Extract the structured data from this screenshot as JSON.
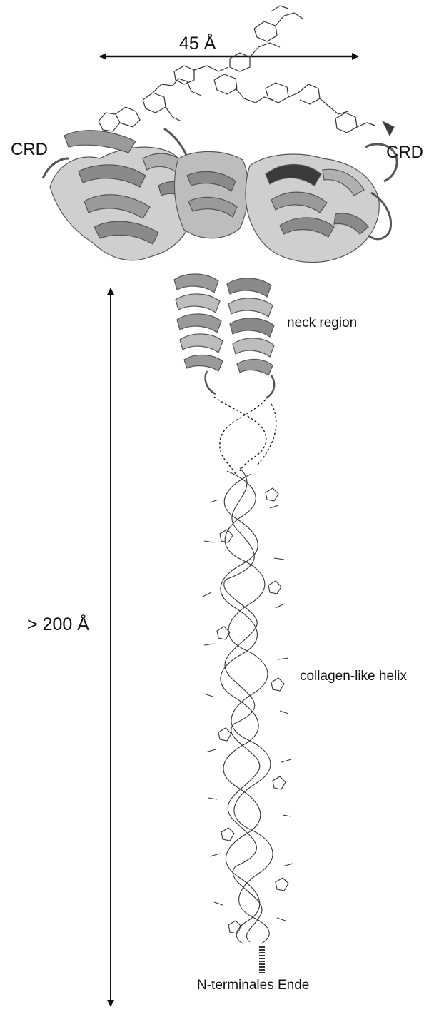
{
  "labels": {
    "width_dimension": "45 Å",
    "crd_left": "CRD",
    "crd_right": "CRD",
    "neck_region": "neck region",
    "length_dimension": "> 200 Å",
    "collagen_helix": "collagen-like helix",
    "n_terminus": "N-terminales Ende"
  },
  "colors": {
    "ink": "#111111",
    "ribbon_fill": "#9a9a9a",
    "ribbon_dark": "#555555",
    "ribbon_light": "#d6d6d6",
    "stick": "#333333"
  }
}
